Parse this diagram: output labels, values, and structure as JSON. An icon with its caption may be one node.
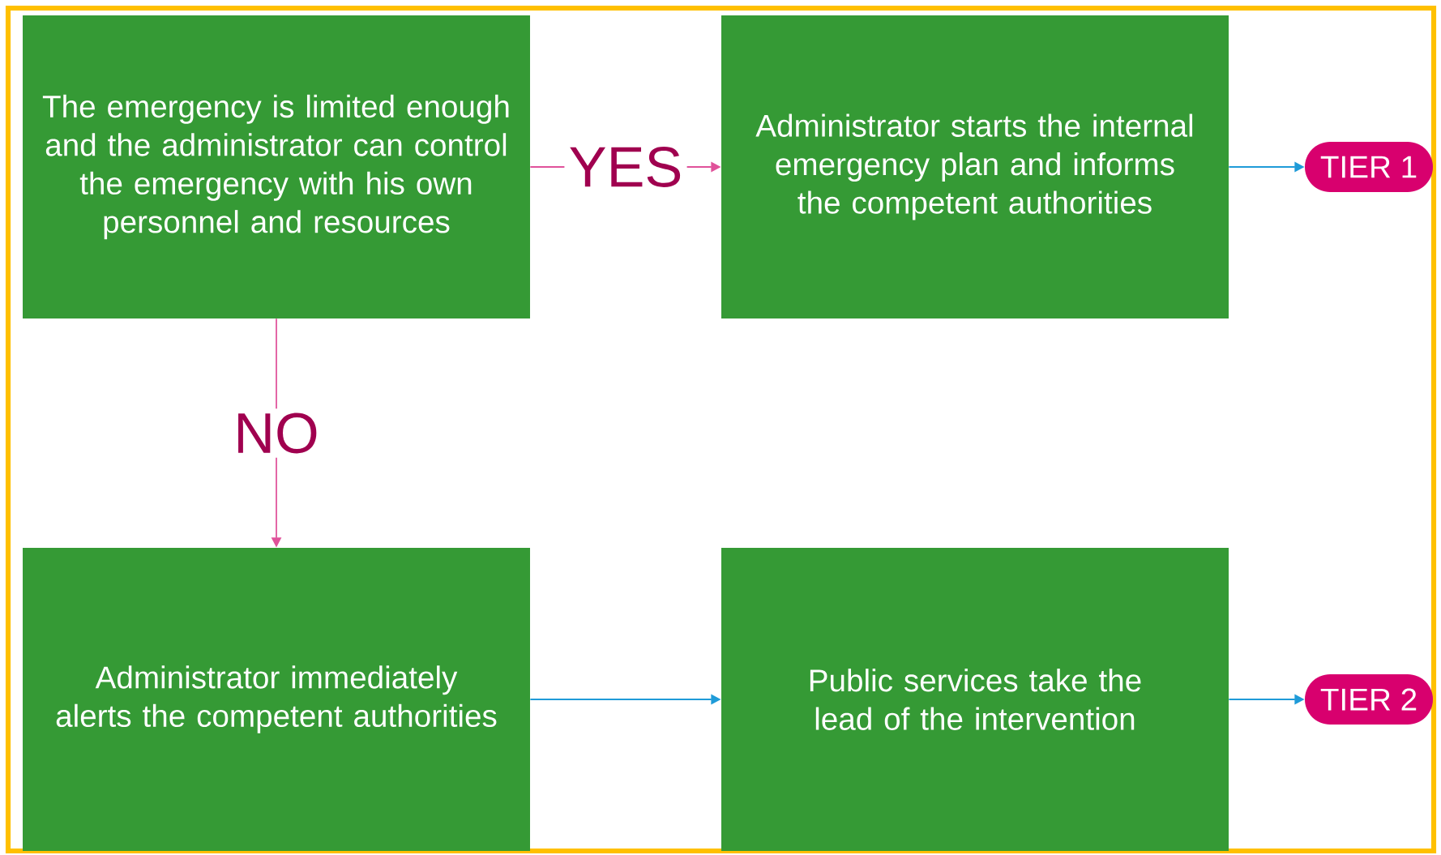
{
  "diagram": {
    "nodes": [
      {
        "text": [
          "The emergency is limited enough and the administrator can control the emergency with his own personnel and resources"
        ]
      },
      {
        "text": [
          "Administrator starts the internal emergency plan and informs the competent authorities"
        ]
      },
      {
        "text": [
          "Administrator immediately alerts the competent authorities"
        ]
      },
      {
        "text": [
          "Public services take the lead of the intervention"
        ]
      },
      {
        "text": [
          "TIER 1"
        ]
      },
      {
        "text": [
          "TIER 2"
        ]
      }
    ],
    "edges": [
      {
        "from": 0,
        "to": 1,
        "arrow": "to",
        "label": "YES",
        "color": "#e0529a"
      },
      {
        "from": 0,
        "to": 2,
        "arrow": "to",
        "label": "NO",
        "color": "#e0529a"
      },
      {
        "from": 1,
        "to": 4,
        "arrow": "to"
      },
      {
        "from": 2,
        "to": 3,
        "arrow": "to"
      },
      {
        "from": 3,
        "to": 5,
        "arrow": "to"
      }
    ]
  }
}
